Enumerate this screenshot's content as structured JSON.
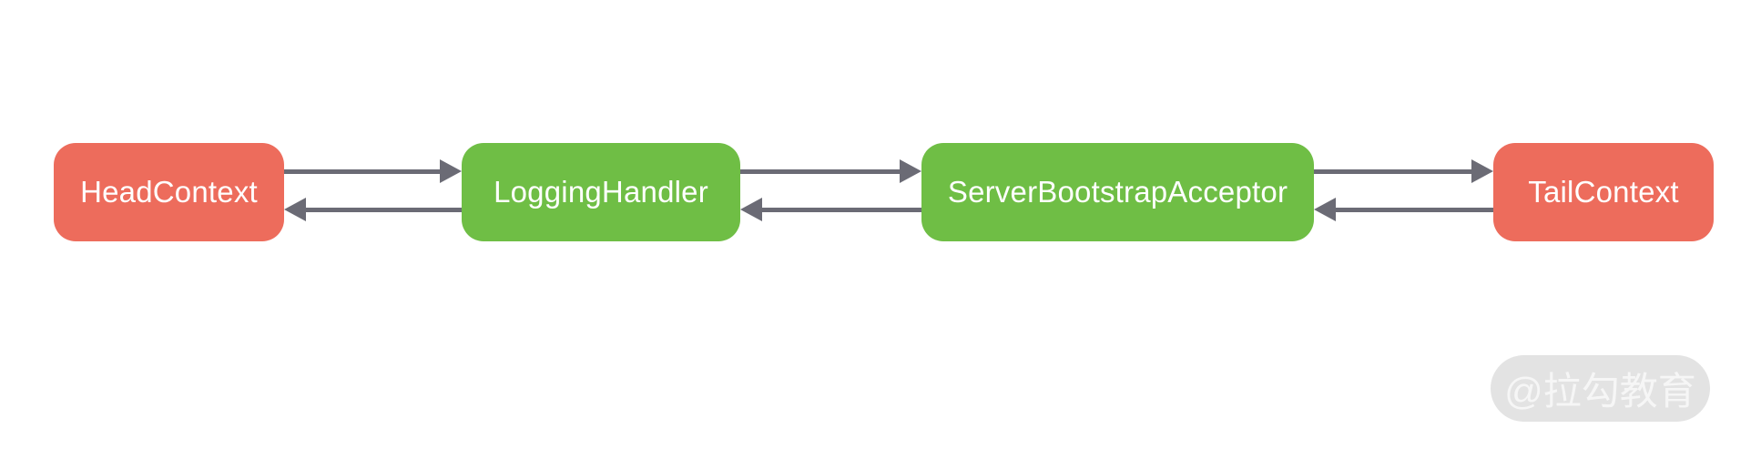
{
  "diagram": {
    "background": "#FFFFFF",
    "arrow_color": "#6B6B75",
    "nodes": [
      {
        "label": "HeadContext",
        "color": "#ED6C5C",
        "text_color": "#FFFFFF"
      },
      {
        "label": "LoggingHandler",
        "color": "#6FBE45",
        "text_color": "#FFFFFF"
      },
      {
        "label": "ServerBootstrapAcceptor",
        "color": "#6FBE45",
        "text_color": "#FFFFFF"
      },
      {
        "label": "TailContext",
        "color": "#ED6C5C",
        "text_color": "#FFFFFF"
      }
    ],
    "edges": [
      {
        "from": "HeadContext",
        "to": "LoggingHandler",
        "type": "bidirectional"
      },
      {
        "from": "LoggingHandler",
        "to": "ServerBootstrapAcceptor",
        "type": "bidirectional"
      },
      {
        "from": "ServerBootstrapAcceptor",
        "to": "TailContext",
        "type": "bidirectional"
      }
    ]
  },
  "watermark": {
    "text": "@拉勾教育",
    "bg_color": "#E3E3E3",
    "text_color": "#F6F6F6"
  }
}
